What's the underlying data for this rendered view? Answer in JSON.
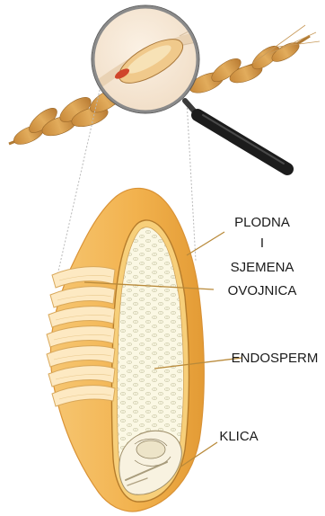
{
  "labels": {
    "coat_line1": "PLODNA",
    "coat_line2": "I",
    "coat_line3": "SJEMENA",
    "coat_line4": "OVOJNICA",
    "endosperm": "ENDOSPERM",
    "germ": "KLICA"
  },
  "icons": [
    "wheat-ear-icon",
    "magnifying-glass-icon",
    "grain-cross-section"
  ],
  "colors": {
    "text": "#1a1a1a",
    "grain_outer": "#f2b24e",
    "grain_shadow": "#e39b35",
    "endosperm": "#fbf8e4",
    "bran_layer": "#fde9c2",
    "leader_line": "#b98a3a",
    "magnifier_handle": "#1c1c1c"
  }
}
